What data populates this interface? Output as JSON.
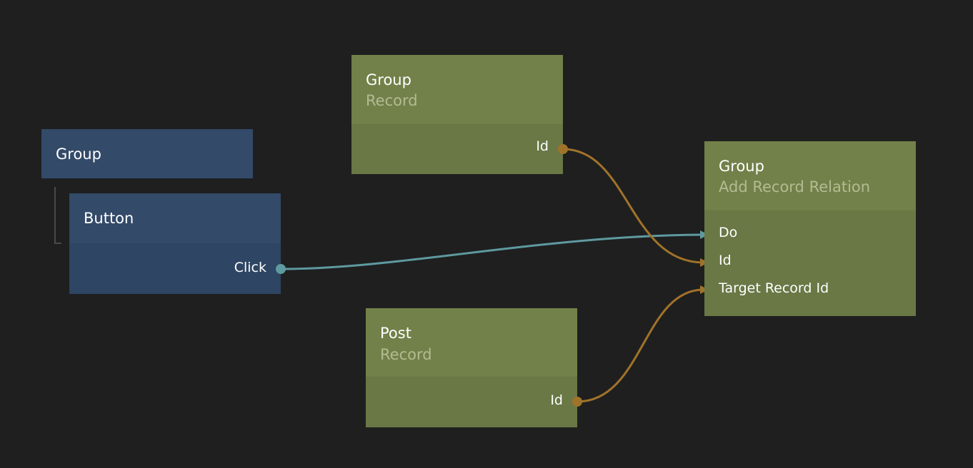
{
  "canvas": {
    "background": "#1f1f1f"
  },
  "nodes": {
    "group_visual": {
      "title": "Group",
      "color": "#334a69"
    },
    "button": {
      "title": "Button",
      "output_click": "Click",
      "color": "#334a69"
    },
    "group_record": {
      "title": "Group",
      "subtitle": "Record",
      "output_id": "Id",
      "color": "#728149"
    },
    "add_record_relation": {
      "title": "Group",
      "subtitle": "Add Record Relation",
      "input_do": "Do",
      "input_id": "Id",
      "input_target": "Target Record Id",
      "color": "#728149"
    },
    "post_record": {
      "title": "Post",
      "subtitle": "Record",
      "output_id": "Id",
      "color": "#728149"
    }
  },
  "connection_colors": {
    "signal": "#5e9aa0",
    "data": "#a0732a"
  }
}
